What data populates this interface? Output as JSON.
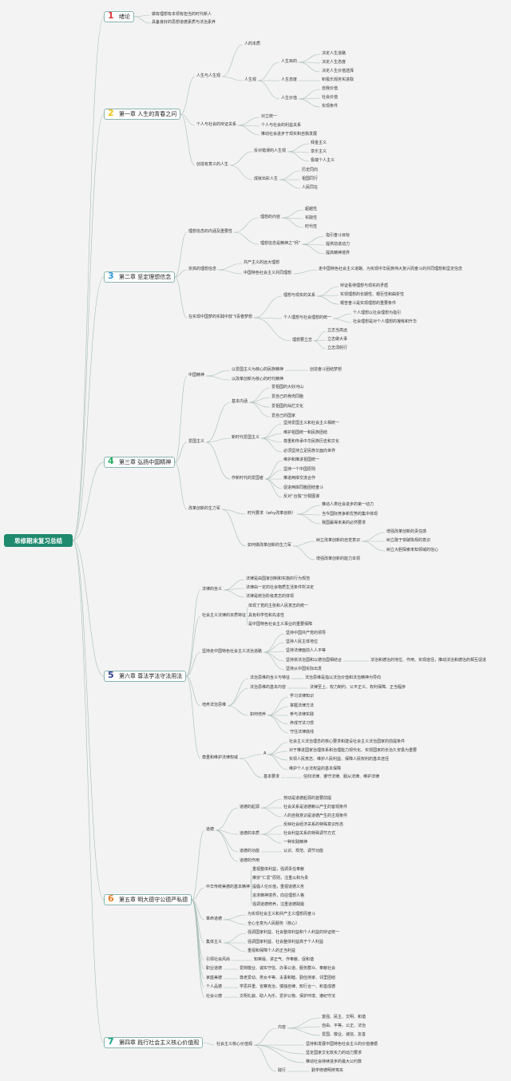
{
  "root": "思修期末复习总结",
  "chapters": [
    {
      "num": "1",
      "color": "#e53a3a",
      "label": "绪论"
    },
    {
      "num": "2",
      "color": "#f1c40f",
      "label": "第一章 人生的青春之问"
    },
    {
      "num": "3",
      "color": "#3498db",
      "label": "第二章 坚定理想信念"
    },
    {
      "num": "4",
      "color": "#27ae60",
      "label": "第三章 弘扬中国精神"
    },
    {
      "num": "5",
      "color": "#2c3e91",
      "label": "第六章 尊法学法守法用法"
    },
    {
      "num": "6",
      "color": "#e67e22",
      "label": "第五章 明大德守公德严私德"
    },
    {
      "num": "7",
      "color": "#16a085",
      "label": "第四章 践行社会主义核心价值观"
    }
  ],
  "nodes": [
    "做有理想有本领有担当的时代新人",
    "具备良好的思想道德素质与法治素养",
    "人生与人生观",
    "人的本质",
    "人生观",
    "人生目的",
    "人生态度",
    "人生价值",
    "决定人生道路",
    "决定人生态度",
    "决定人生价值选择",
    "积极乐观务实进取",
    "自我价值",
    "社会价值",
    "实现条件",
    "个人与社会的辩证关系",
    "对立统一",
    "个人与社会的利益关系",
    "推动社会进步于现实和自我发展",
    "创造有意义的人生",
    "反对错误的人生观",
    "拜金主义",
    "享乐主义",
    "极端个人主义",
    "成就出彩人生",
    "历史同向",
    "祖国同行",
    "人民同在",
    "理想信念的内涵及重要性",
    "理想的内容",
    "超越性",
    "实践性",
    "时代性",
    "理想信念是精神之“钙”",
    "指引奋斗目标",
    "提供前进动力",
    "提高精神境界",
    "崇高的理想信念",
    "共产主义的远大理想",
    "中国特色社会主义共同理想",
    "走中国特色社会主义道路、为实现中华民族伟大复兴而奋斗的共同理想和坚定信念",
    "在实现中国梦的实践中放飞青春梦想",
    "理想与现实的关系",
    "辩证看待理想与现实的矛盾",
    "实现理想的长期性、艰巨性和曲折性",
    "艰苦奋斗是实现理想的重要条件",
    "个人理想与社会理想的统一",
    "个人理想以社会理想为指引",
    "社会理想是对个人理想的凝练和升华",
    "理想要立志",
    "立志当高远",
    "立志做大事",
    "立志须躬行",
    "中国精神",
    "以爱国主义为核心的民族精神",
    "创造奋斗团结梦想",
    "以改革创新为核心的时代精神",
    "爱国主义",
    "基本内涵",
    "爱祖国的大好河山",
    "爱自己的骨肉同胞",
    "爱祖国的灿烂文化",
    "爱自己的国家",
    "新时代爱国主义",
    "坚持爱国主义和社会主义相统一",
    "维护祖国统一和民族团结",
    "尊重和传承中华民族历史和文化",
    "必须坚持立足民族又面向世界",
    "作新时代的爱国者",
    "维护和推进祖国统一",
    "坚持一个中国原则",
    "推进两岸交流合作",
    "促进两岸同胞团结奋斗",
    "反对“台独”分裂图谋",
    "改革创新的生力军",
    "时代要求（why改革创新）",
    "推动人类社会进步的第一动力",
    "当今国际竞争新优势的集中体现",
    "我国赢得未来的必然要求",
    "如何做改革创新的生力军",
    "树立改革创新的自觉意识",
    "增强改革创新的责任感",
    "树立敢于突破陈规的意识",
    "树立大胆探索未知领域的信心",
    "增强改革创新的能力本领",
    "法律的含义",
    "法律是由国家创制和实施的行为规范",
    "法律由一定的社会物质生活条件所决定",
    "法律是统治阶级意志的体现",
    "社会主义法律的本质特征",
    "体现了党的主张和人民意志的统一",
    "具有科学性和先进性",
    "是中国特色社会主义事业的重要保障",
    "坚持走中国特色社会主义法治道路",
    "坚持中国共产党的领导",
    "坚持人民主体地位",
    "坚持法律面前人人平等",
    "坚持依法治国和以德治国相结合",
    "法治和德治的地位、作用、实现途径，推动法治和德治的相互促进",
    "坚持从中国实际出发",
    "培养法治思维",
    "法治思维的含义与特征",
    "法治思维是指以法治价值和法治精神为导向",
    "法治思维的基本内容",
    "法律至上、权力制约、公平正义、权利保障、正当程序",
    "如何培养",
    "学习法律知识",
    "掌握法律方法",
    "参与法律实践",
    "养成守法习惯",
    "守住法律底线",
    "尊重和维护法律权威",
    "A",
    "社会主义法治理念的核心要求和建设社会主义法治国家的前提条件",
    "对于推进国家治理体系和治理能力现代化、实现国家的长治久安极为重要",
    "实现人民意志、维护人民利益、保障人民权利的基本途径",
    "维护个人合法权益的基本保障",
    "基本要求",
    "信仰法律、遵守法律、服从法律、维护法律",
    "道德",
    "道德的起源",
    "劳动是道德起源的首要前提",
    "社会关系是道德赖以产生的客观条件",
    "人的自我意识是道德产生的主观条件",
    "道德的本质",
    "反映社会经济关系的特殊意识形态",
    "社会利益关系的特殊调节方式",
    "一种实践精神",
    "道德的功能",
    "认识、规范、调节功能",
    "道德的作用",
    "中华传统美德的基本精神",
    "重视整体利益，强调责任奉献",
    "推崇“仁爱”原则，注重以和为贵",
    "提倡人伦价值，重视道德义务",
    "追求精神境界，向往理想人格",
    "强调道德修养，注重道德践履",
    "革命道德",
    "为实现社会主义和共产主义理想而奋斗",
    "全心全意为人民服务（核心）",
    "集体主义",
    "强调国家利益、社会整体利益和个人利益的辩证统一",
    "强调国家利益、社会整体利益高于个人利益",
    "重视和保障个人的正当利益",
    "引领社会风尚",
    "知荣辱、讲正气、作奉献、促和谐",
    "职业道德",
    "爱岗敬业、诚实守信、办事公道、服务群众、奉献社会",
    "家庭美德",
    "尊老爱幼、男女平等、夫妻和睦、勤俭持家、邻里团结",
    "个人品德",
    "学思并重、省察克治、慎独自律、知行合一、积善成德",
    "社会公德",
    "文明礼貌、助人为乐、爱护公物、保护环境、遵纪守法",
    "社会主义核心价值观",
    "内容",
    "富强、民主、文明、和谐",
    "自由、平等、公正、法治",
    "爱国、敬业、诚信、友善",
    "坚持和发展中国特色社会主义的价值遵循",
    "坚定国家文化软实力的动力要求",
    "推动社会持续进步的最大公约数",
    "践行",
    "勤学修德明辨笃实"
  ]
}
